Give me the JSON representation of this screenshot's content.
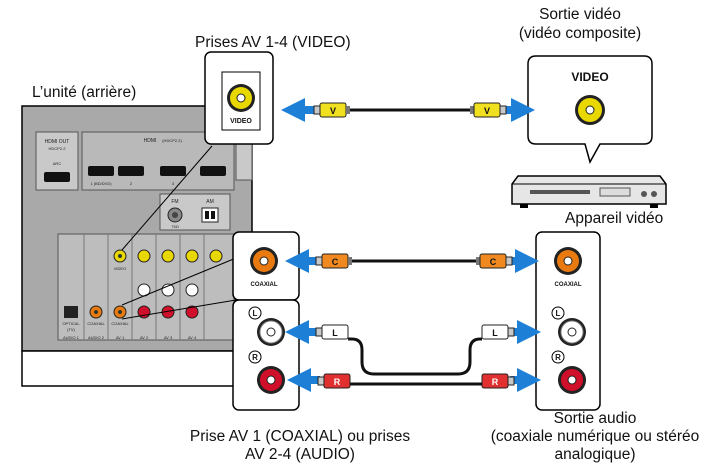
{
  "labels": {
    "av_video_jacks": "Prises AV 1-4 (VIDEO)",
    "unit_rear": "L’unité (arrière)",
    "video_out_line1": "Sortie vidéo",
    "video_out_line2": "(vidéo composite)",
    "video_device": "Appareil vidéo",
    "av_audio_line1": "Prise AV 1 (COAXIAL) ou prises",
    "av_audio_line2": "AV 2-4 (AUDIO)",
    "audio_out_line1": "Sortie audio",
    "audio_out_line2": "(coaxiale numérique ou stéréo",
    "audio_out_line3": "analogique)"
  },
  "jack_labels": {
    "video": "VIDEO",
    "coaxial": "COAXIAL",
    "left": "L",
    "right": "R"
  },
  "plug_labels": {
    "video": "V",
    "coaxial": "C",
    "left": "L",
    "right": "R"
  },
  "rear_panel_text": {
    "hdmi_out": "HDMI OUT",
    "hdcp": "HDCP2.2",
    "arc": "ARC",
    "hdmi": "HDMI",
    "hdmi_hdcp": "(HDCP2.2)",
    "hdmi_1": "1 (BD/DVD)",
    "hdmi_2": "2",
    "hdmi_3": "3",
    "fm": "FM",
    "am": "AM",
    "ant": "75Ω",
    "optical": "OPTICAL",
    "optical_tv": "(TV)",
    "audio1": "AUDIO 1",
    "audio2": "AUDIO 2",
    "av1": "AV 1",
    "av2": "AV 2",
    "av3": "AV 3",
    "av4": "AV 4",
    "video_small": "VIDEO",
    "coaxial_small": "COAXIAL"
  },
  "colors": {
    "video_jack": "#e8d800",
    "coaxial_jack": "#e87a10",
    "left_jack": "#ffffff",
    "right_jack": "#d0102a",
    "arrow": "#1e7fd6",
    "video_plug": "#f0e020",
    "coaxial_plug": "#f08a20",
    "right_plug": "#e03030",
    "panel": "#a9a9a9"
  }
}
